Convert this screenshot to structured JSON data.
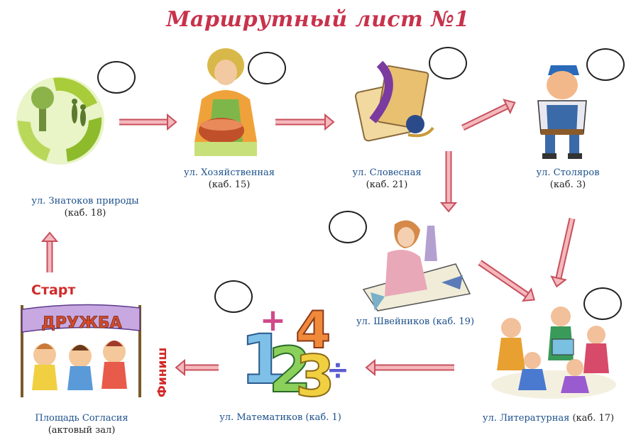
{
  "title": "Маршрутный лист №1",
  "colors": {
    "title": "#c8324b",
    "street": "#1a4e8a",
    "accent": "#d22a2a",
    "arrow_fill": "#f4b8bd",
    "arrow_stroke": "#c7505c"
  },
  "stations": {
    "nature": {
      "name": "ул. Знатоков природы",
      "room": "(каб. 18)",
      "icon": "recycle-nature-icon"
    },
    "household": {
      "name": "ул. Хозяйственная",
      "room": "(каб. 15)",
      "icon": "woman-cooking-icon"
    },
    "words": {
      "name": "ул. Словесная",
      "room": "(каб. 21)",
      "icon": "scroll-quill-icon"
    },
    "carpenters": {
      "name": "ул. Столяров",
      "room": "(каб. 3)",
      "icon": "carpenter-icon"
    },
    "sewing": {
      "name": "ул. Швейников (каб. 19)",
      "icon": "seamstress-icon"
    },
    "literature": {
      "name": "ул. Литературная",
      "room": "(каб. 17)",
      "icon": "reading-children-icon"
    },
    "math": {
      "name": "ул. Математиков (каб. 1)",
      "icon": "numbers-icon"
    },
    "agreement": {
      "name": "Площадь Согласия",
      "room": "(актовый зал)",
      "icon": "friendship-banner-icon",
      "banner": "ДРУЖБА"
    }
  },
  "start_label": "Старт",
  "finish_label": "Финиш"
}
